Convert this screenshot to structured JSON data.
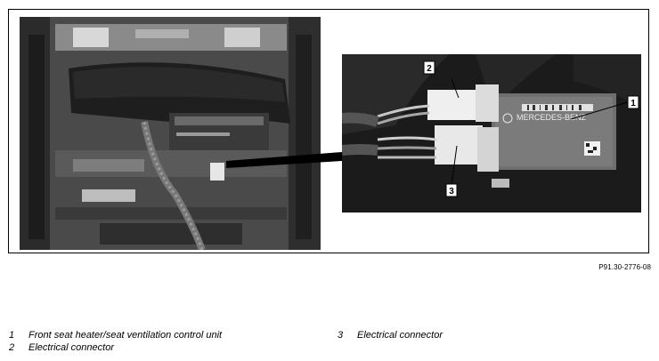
{
  "figure": {
    "reference_code": "P91.30-2776-08",
    "callouts": [
      "1",
      "2",
      "3"
    ],
    "brand_text": "MERCEDES-BENZ"
  },
  "legend": {
    "left": [
      {
        "number": "1",
        "text": "Front seat heater/seat ventilation control unit"
      },
      {
        "number": "2",
        "text": "Electrical connector"
      }
    ],
    "right": [
      {
        "number": "3",
        "text": "Electrical connector"
      }
    ]
  }
}
